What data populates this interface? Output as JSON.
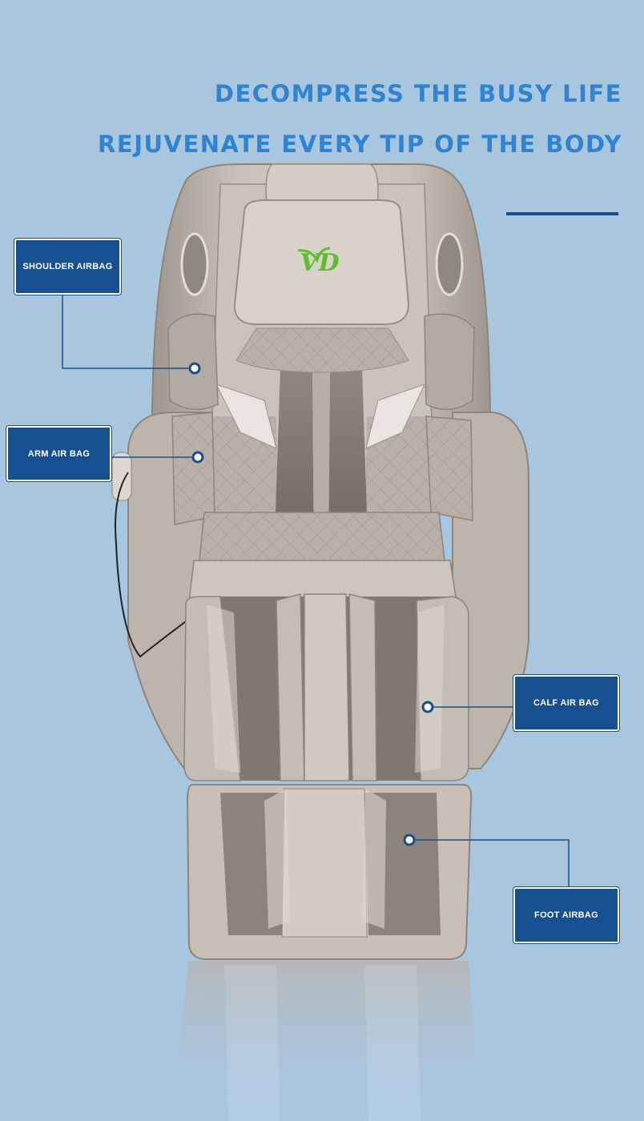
{
  "headline": {
    "line1": "DECOMPRESS THE BUSY LIFE",
    "line2": "REJUVENATE EVERY TIP OF THE BODY"
  },
  "logo": {
    "text": "VD"
  },
  "callouts": {
    "shoulder": "SHOULDER AIRBAG",
    "arm": "ARM AIR BAG",
    "calf": "CALF AIR BAG",
    "foot": "FOOT AIRBAG"
  },
  "colors": {
    "background": "#a9c6df",
    "headline": "#2f83d3",
    "callout": "#17508f",
    "chair": "#c3bbb2",
    "logo": "#5cbf2a"
  }
}
